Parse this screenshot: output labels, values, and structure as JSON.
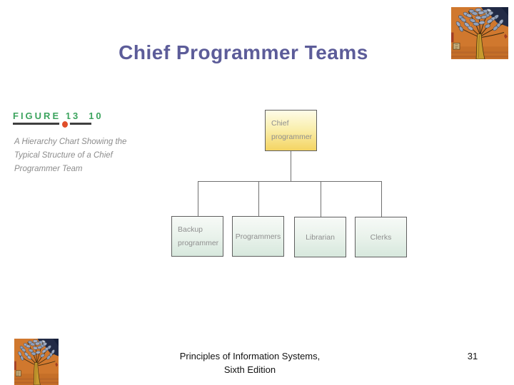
{
  "slide": {
    "title": "Chief Programmer Teams",
    "footer": {
      "line1": "Principles of Information Systems,",
      "line2": "Sixth Edition"
    },
    "page_number": "31"
  },
  "figure_label": {
    "prefix": "FIGURE 13",
    "suffix": "10",
    "caption_lines": [
      "A Hierarchy Chart Showing the",
      "Typical Structure of a Chief",
      "Programmer Team"
    ]
  },
  "org_chart": {
    "type": "hierarchy",
    "root": {
      "label": "Chief programmer"
    },
    "children": [
      {
        "label": "Backup programmer"
      },
      {
        "label": "Programmers"
      },
      {
        "label": "Librarian"
      },
      {
        "label": "Clerks"
      }
    ]
  },
  "icons": {
    "tree_painting": "stylized-orange-tree-painting",
    "figure_marker": "orange-dot-marker"
  },
  "colors": {
    "title_text": "#5C5C99",
    "figure_label_green": "#3CA45E",
    "figure_marker_orange": "#E04E2A",
    "figure_underline": "#3F3F3F",
    "caption_gray": "#8C8C8C",
    "root_box_top": "#FEFCE8",
    "root_box_bottom": "#F4D462",
    "child_box_top": "#F7FAF7",
    "child_box_bottom": "#D7E8DD",
    "box_border": "#5F5F5F",
    "box_text": "#8F8F8F",
    "connector": "#707070",
    "footer_text": "#111111",
    "background": "#FFFFFF"
  }
}
